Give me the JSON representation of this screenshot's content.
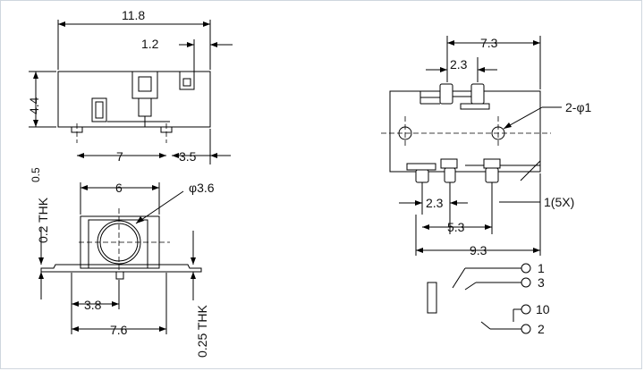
{
  "dimensions": {
    "top_width": "11.8",
    "top_offset": "1.2",
    "height_left": "4.4",
    "pin_pitch_7": "7",
    "side_35": "3.5",
    "front_width": "6",
    "hole_diameter": "φ3.6",
    "front_38": "3.8",
    "front_76": "7.6",
    "plate_thk_1": "0.2 THK",
    "plate_thk_2": "0.25 THK",
    "small_05": "0.5",
    "right_width": "7.3",
    "right_23_top": "2.3",
    "right_holes": "2-φ1",
    "right_23_bottom": "2.3",
    "right_53": "5.3",
    "right_93": "9.3",
    "right_pins": "1(5X)"
  },
  "schematic": {
    "pin_1": "1",
    "pin_3": "3",
    "pin_10": "10",
    "pin_2": "2"
  }
}
